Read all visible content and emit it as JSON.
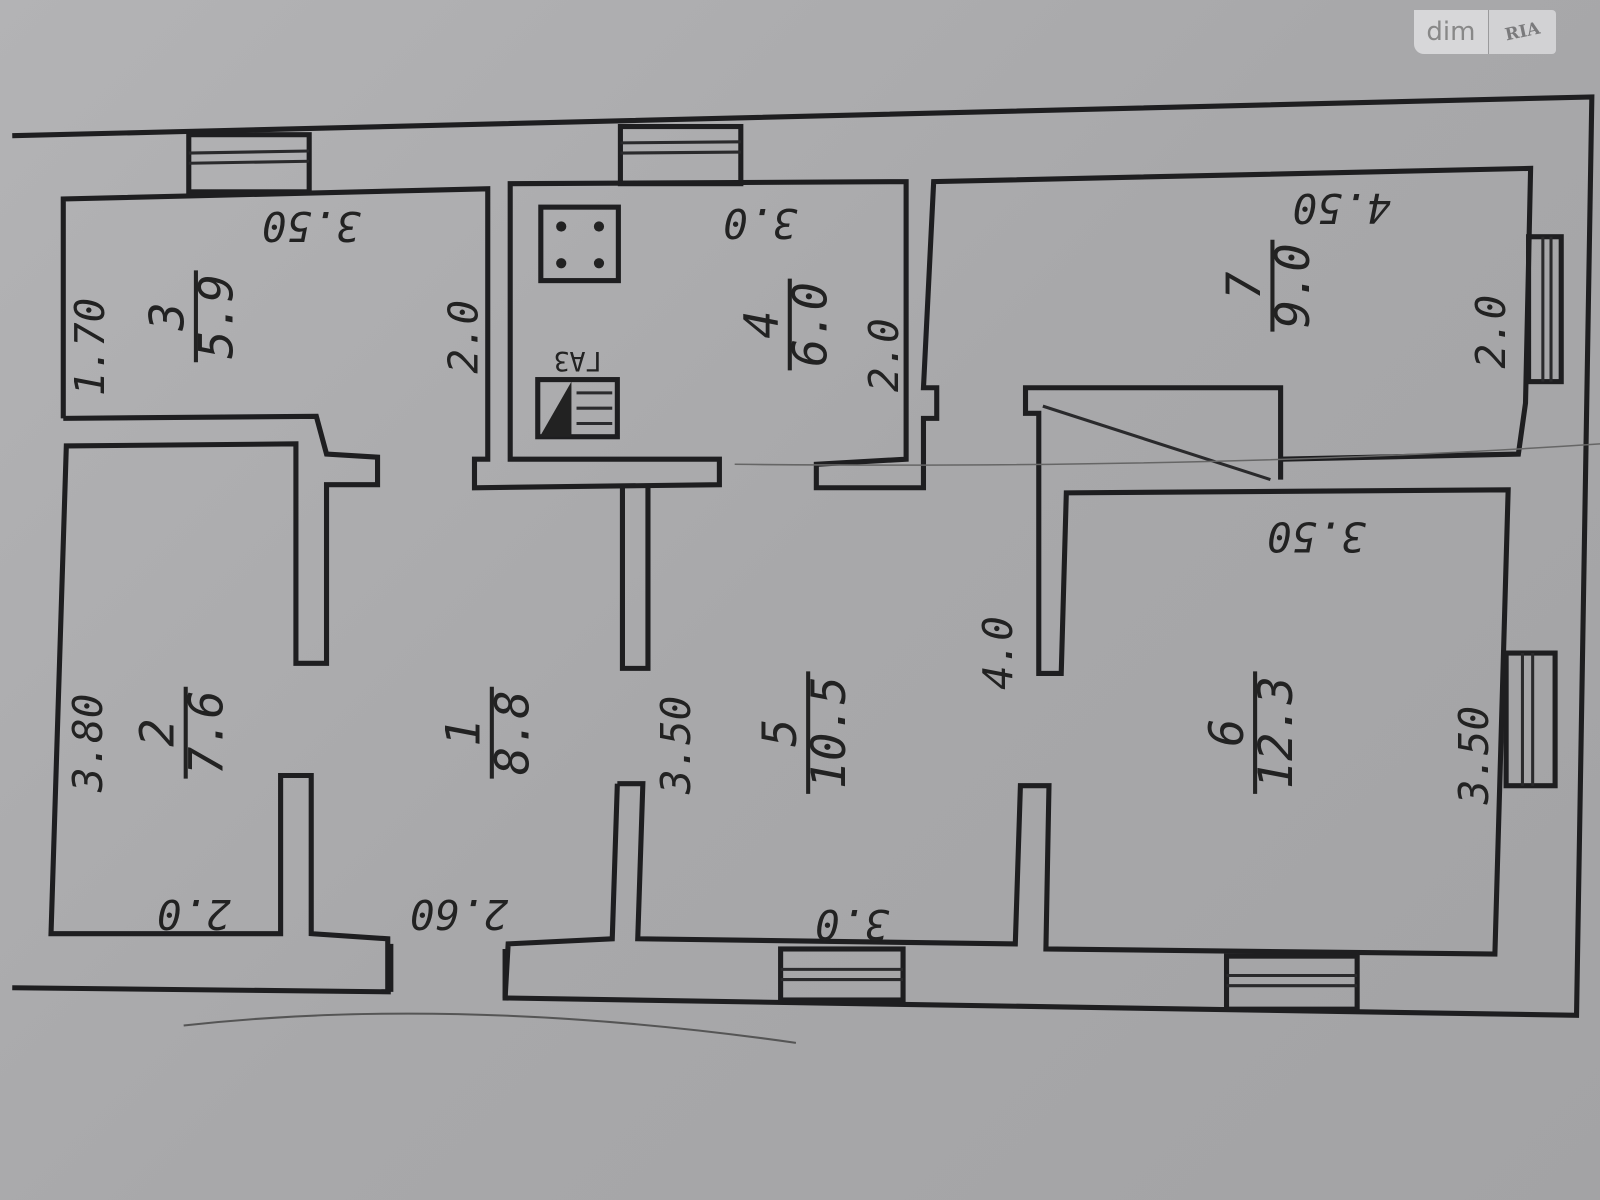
{
  "watermark": {
    "left": "dim",
    "right": "RIA"
  },
  "rooms": [
    {
      "num": "1",
      "area": "8.8"
    },
    {
      "num": "2",
      "area": "7.6"
    },
    {
      "num": "3",
      "area": "5.9"
    },
    {
      "num": "4",
      "area": "6.0"
    },
    {
      "num": "5",
      "area": "10.5"
    },
    {
      "num": "6",
      "area": "12.3"
    },
    {
      "num": "7",
      "area": "9.0"
    }
  ],
  "dimensions": {
    "r3_width": "3.50",
    "r3_depth": "1.70",
    "r3_side": "2.0",
    "r4_width": "3.0",
    "r4_depth": "2.0",
    "r7_width": "4.50",
    "r7_depth": "2.0",
    "r2_depth": "3.80",
    "r2_width": "2.0",
    "r1_width": "2.60",
    "r5_depth": "3.50",
    "r5_width": "3.0",
    "r5_side": "4.0",
    "r6_width": "3.50",
    "r6_depth": "3.50"
  },
  "stove_label": "ГАЗ"
}
